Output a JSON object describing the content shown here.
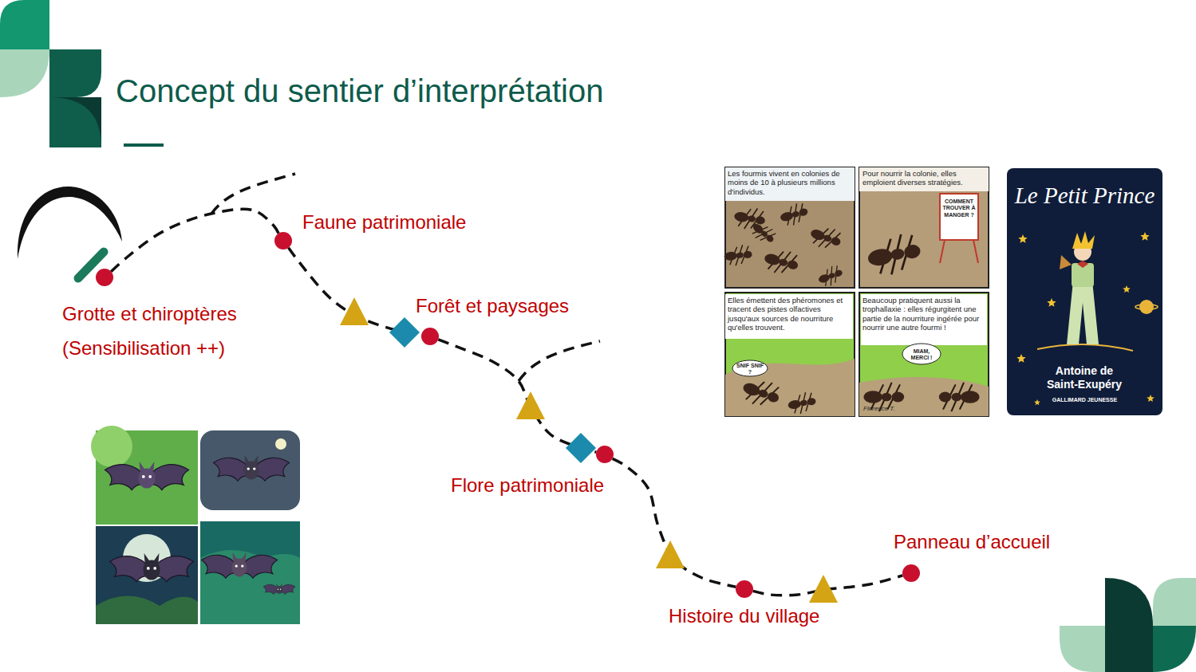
{
  "diagram": {
    "title": "Concept du sentier d’interprétation",
    "nodes": [
      {
        "text": [
          "Grotte et chiroptères (Sensibilisation ++)"
        ]
      },
      {
        "text": [
          "Faune patrimoniale"
        ]
      },
      {
        "text": [
          "Forêt et paysages"
        ]
      },
      {
        "text": [
          "Flore patrimoniale"
        ]
      },
      {
        "text": [
          "Histoire du village"
        ]
      },
      {
        "text": [
          "Panneau d’accueil"
        ]
      }
    ],
    "edges": [
      {
        "from": 0,
        "to": 1,
        "arrow": "none"
      },
      {
        "from": 1,
        "to": 2,
        "arrow": "none"
      },
      {
        "from": 2,
        "to": 3,
        "arrow": "none"
      },
      {
        "from": 3,
        "to": 4,
        "arrow": "none"
      },
      {
        "from": 4,
        "to": 5,
        "arrow": "none"
      }
    ],
    "labels": [
      "Les fourmis vivent en colonies de moins de 10 à plusieurs millions d'individus.",
      "Pour nourrir la colonie, elles emploient diverses stratégies.",
      "COMMENT TROUVER À MANGER ?",
      "Elles émettent des phéromones et tracent des pistes olfactives jusqu'aux sources de nourriture qu'elles trouvent.",
      "SNIF SNIF ?",
      "Beaucoup pratiquent aussi la trophallaxie : elles régurgitent une partie de la nourriture ingérée pour nourrir une autre fourmi !",
      "MIAM, MERCI !",
      "Florence T.",
      "Le Petit Prince",
      "Antoine de Saint-Exupéry",
      "GALLIMARD JEUNESSE"
    ]
  }
}
